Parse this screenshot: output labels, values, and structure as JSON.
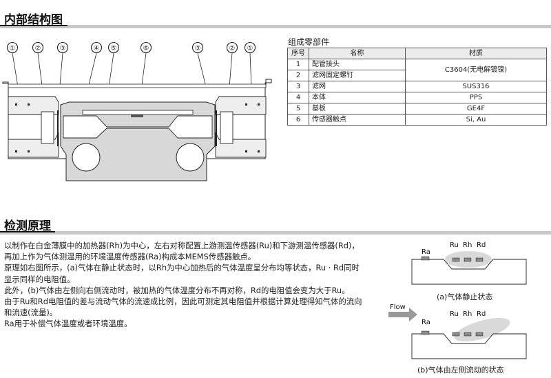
{
  "sections": {
    "structure_title": "内部结构图",
    "principle_title": "检测原理"
  },
  "callouts": [
    "①",
    "②",
    "③",
    "④",
    "⑤",
    "⑥",
    "③",
    "②",
    "①"
  ],
  "parts": {
    "title": "组成零部件",
    "headers": [
      "序号",
      "名称",
      "材质"
    ],
    "rows": [
      {
        "no": "1",
        "name": "配管接头",
        "material": "C3604(无电解镀镍)"
      },
      {
        "no": "2",
        "name": "滤网固定螺钉",
        "material": ""
      },
      {
        "no": "3",
        "name": "滤网",
        "material": "SUS316"
      },
      {
        "no": "4",
        "name": "本体",
        "material": "PPS"
      },
      {
        "no": "5",
        "name": "基板",
        "material": "GE4F"
      },
      {
        "no": "6",
        "name": "传感器触点",
        "material": "Si, Au"
      }
    ]
  },
  "principle": {
    "paragraphs": [
      "以制作在白金薄膜中的加热器(Rh)为中心，左右对称配置上游测温传感器(Ru)和下游测温传感器(Rd)，再加上作为气体测温用的环境温度传感器(Ra)构成本MEMS传感器触点。",
      "原理如右图所示，(a)气体在静止状态时，以Rh为中心加热后的气体温度呈分布均等状态，Ru · Rd同时显示同样的电阻值。",
      "此外，(b)气体由左侧向右侧流动时，被加热的气体温度分布不再对称，Rd的电阻值会变为大于Ru。",
      "由于Ru和Rd电阻值的差与流动气体的流速成比例，因此可测定其电阻值并根据计算处理得知气体的流向和流速(流量)。",
      "Ra用于补偿气体温度或者环境温度。"
    ],
    "diagram": {
      "ra": "Ra",
      "ru": "Ru",
      "rh": "Rh",
      "rd": "Rd",
      "flow": "Flow",
      "caption_a": "(a)气体静止状态",
      "caption_b": "(b)气体由左侧流动的状态"
    }
  }
}
